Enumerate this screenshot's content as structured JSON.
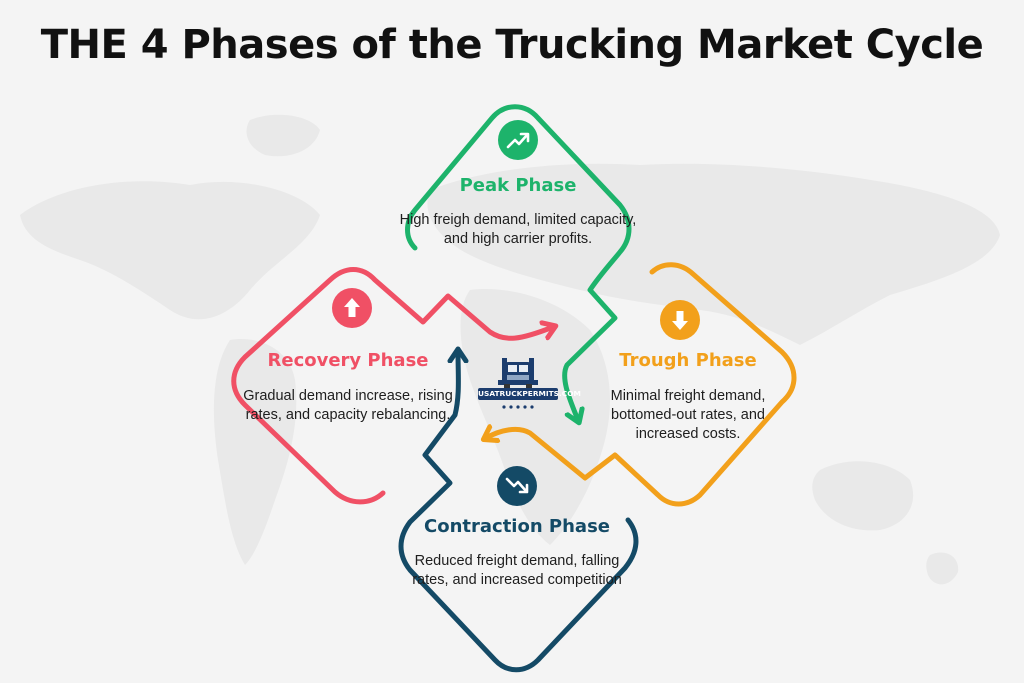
{
  "title": "THE 4 Phases of the Trucking Market Cycle",
  "colors": {
    "peak": "#1db36b",
    "trough": "#f2a01b",
    "recovery": "#f05065",
    "contraction": "#144a66",
    "background": "#f4f4f4",
    "map": "#e9e9e9"
  },
  "phases": {
    "peak": {
      "name": "Peak Phase",
      "description": "High freigh demand, limited capacity, and high carrier profits.",
      "icon": "trending-up-icon"
    },
    "trough": {
      "name": "Trough Phase",
      "description": "Minimal freight demand, bottomed-out rates, and increased costs.",
      "icon": "arrow-down-icon"
    },
    "recovery": {
      "name": "Recovery Phase",
      "description": "Gradual demand increase, rising rates, and capacity rebalancing.",
      "icon": "arrow-up-icon"
    },
    "contraction": {
      "name": "Contraction Phase",
      "description": "Reduced freight demand, falling rates, and increased competition",
      "icon": "trending-down-icon"
    }
  },
  "logo": {
    "text": "USATRUCKPERMITS.COM",
    "icon": "truck-icon"
  }
}
